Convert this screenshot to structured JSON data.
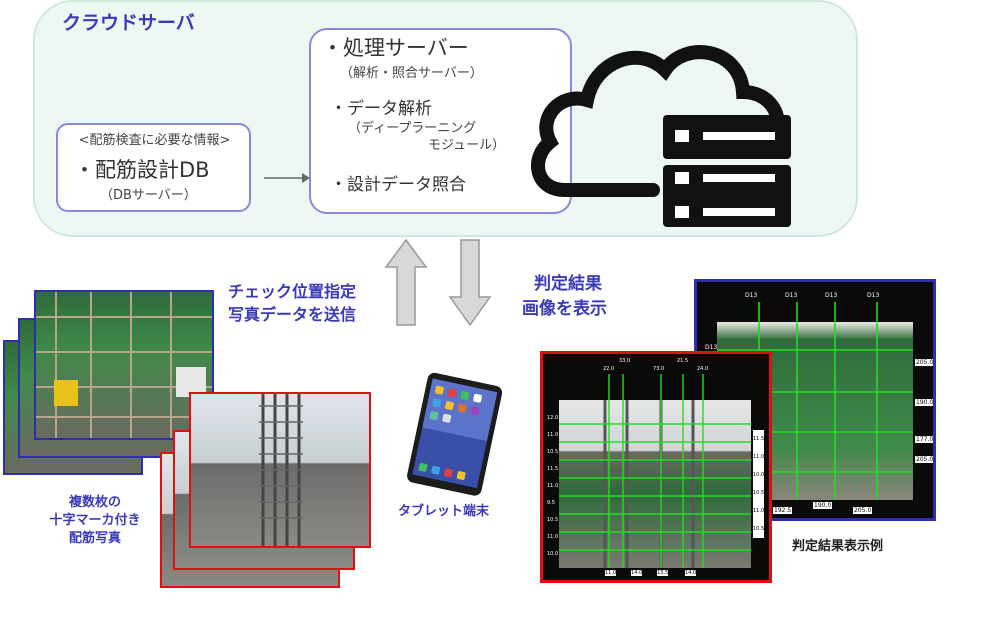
{
  "cloud": {
    "title": "クラウドサーバ",
    "server": {
      "item1": "・処理サーバー",
      "item1_sub": "（解析・照合サーバー）",
      "item2": "・データ解析",
      "item2_sub1": "（ディープラーニング",
      "item2_sub2": "モジュール）",
      "item3": "・設計データ照合"
    },
    "db": {
      "caption": "<配筋検査に必要な情報>",
      "item": "・配筋設計DB",
      "sub": "（DBサーバー）"
    }
  },
  "arrows": {
    "upload_line1": "チェック位置指定",
    "upload_line2": "写真データを送信",
    "result_line1": "判定結果",
    "result_line2": "画像を表示"
  },
  "labels": {
    "photos_line1": "複数枚の",
    "photos_line2": "十字マーカ付き",
    "photos_line3": "配筋写真",
    "tablet": "タブレット端末",
    "result_example": "判定結果表示例"
  },
  "result_right": {
    "top_labels": [
      "D13",
      "D13",
      "D13",
      "D13"
    ],
    "side_label": "D13",
    "right_values": [
      "205.0",
      "190.0",
      "177.0",
      "205.0"
    ],
    "bottom_values": [
      "192.5",
      "190.0",
      "205.0"
    ]
  },
  "result_front": {
    "top_labels": [
      "22.0",
      "33.0",
      "73.0",
      "21.5",
      "24.0"
    ],
    "left_values": [
      "12.0",
      "11.0",
      "10.5",
      "11.5",
      "11.0",
      "9.5",
      "10.5",
      "11.0",
      "10.0"
    ],
    "right_values": [
      "11.5",
      "11.0",
      "10.0",
      "10.5",
      "11.0",
      "10.5"
    ],
    "bottom_values": [
      "11.0",
      "14.0",
      "13.5",
      "14.0"
    ]
  },
  "colors": {
    "accent_blue": "#3a3ab8",
    "frame_red": "#e01010",
    "panel_bg": "#eef8f3",
    "rebar_green": "#22dd22"
  }
}
